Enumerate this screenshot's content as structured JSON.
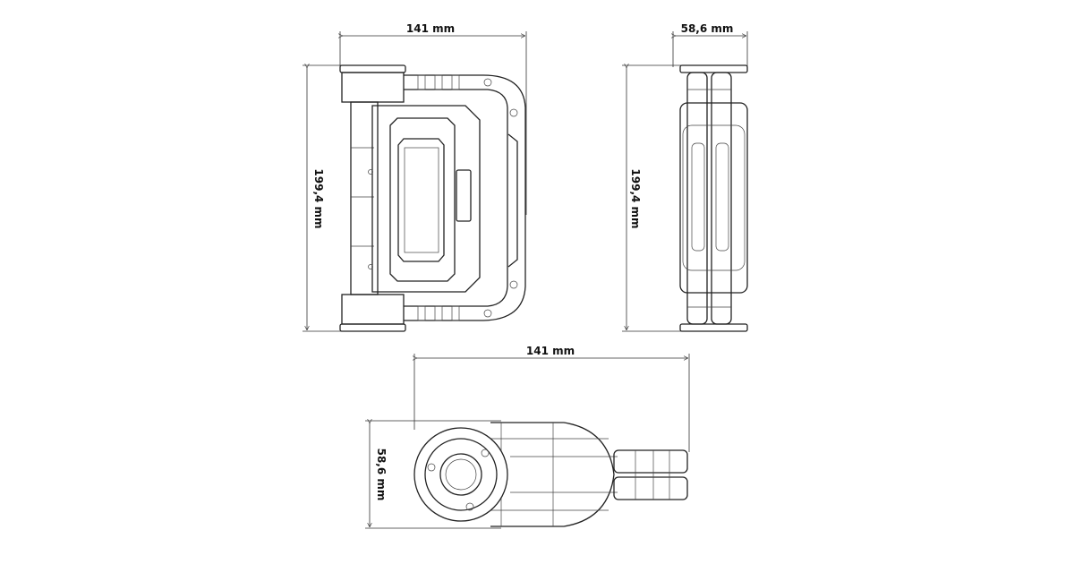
{
  "front_view": {
    "width_label": "141 mm",
    "height_label": "199,4 mm"
  },
  "side_view": {
    "width_label": "58,6 mm",
    "height_label": "199,4 mm"
  },
  "bottom_view": {
    "width_label": "141 mm",
    "height_label": "58,6 mm"
  },
  "colors": {
    "line": "#222222",
    "background": "#ffffff"
  }
}
